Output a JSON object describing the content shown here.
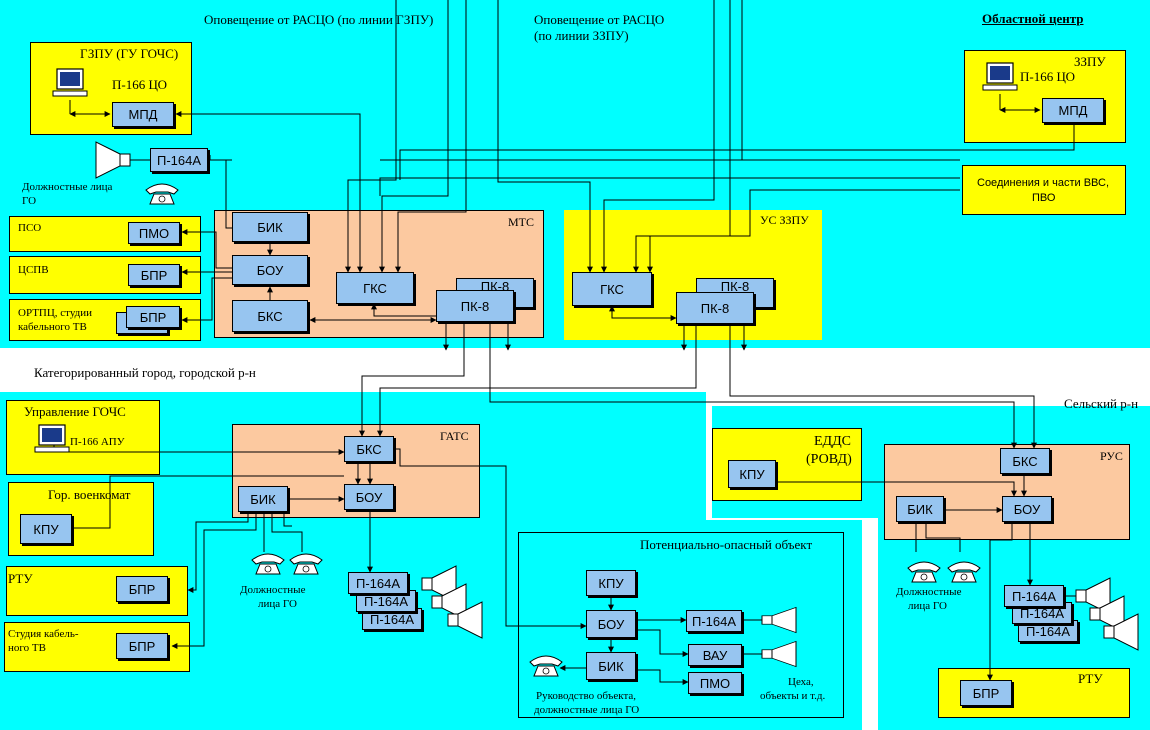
{
  "header": {
    "notify_gzpu": "Оповещение от РАСЦО (по линии ГЗПУ)",
    "notify_zzpu_1": "Оповещение от РАСЦО",
    "notify_zzpu_2": "(по линии ЗЗПУ)",
    "regional_center": "Областной центр"
  },
  "gzpu": {
    "title": "ГЗПУ (ГУ ГОЧС)",
    "terminal": "П-166 ЦО",
    "mpd": "МПД"
  },
  "zzpu": {
    "title": "ЗЗПУ",
    "terminal": "П-166 ЦО",
    "mpd": "МПД"
  },
  "top_left": {
    "p164a": "П-164А",
    "officials_1": "Должностные    лица",
    "officials_2": "ГО",
    "pso": "ПСО",
    "pmo": "ПМО",
    "cspv": "ЦСПВ",
    "bpr1": "БПР",
    "ortpc_1": "ОРТПЦ, студии",
    "ortpc_2": "кабельного  ТВ",
    "bpr2": "БПР"
  },
  "mts": {
    "title": "МТС",
    "bik": "БИК",
    "bou": "БОУ",
    "bks": "БКС",
    "gks": "ГКС",
    "pk8_back": "ПК-8",
    "pk8": "ПК-8"
  },
  "us_zzpu": {
    "title": "УС ЗЗПУ",
    "gks": "ГКС",
    "pk8_back": "ПК-8",
    "pk8": "ПК-8"
  },
  "vvs": {
    "line1": "Соединения и части ВВС,",
    "line2": "ПВО"
  },
  "city_caption": "Категорированный город, городской р-н",
  "rural_caption": "Сельский р-н",
  "gochs": {
    "title": "Управление ГОЧС",
    "terminal": "П-166 АПУ"
  },
  "voenkomat": {
    "title": "Гор. военкомат",
    "kpu": "КПУ"
  },
  "rtu_city": {
    "title": "РТУ",
    "bpr": "БПР"
  },
  "studio": {
    "line1": "Студия кабель-",
    "line2": "ного ТВ",
    "bpr": "БПР"
  },
  "gats": {
    "title": "ГАТС",
    "bks": "БКС",
    "bik": "БИК",
    "bou": "БОУ",
    "officials_1": "Должностные",
    "officials_2": "лица ГО",
    "p164a_back2": "П-164А",
    "p164a_back1": "П-164А",
    "p164a": "П-164А"
  },
  "edds": {
    "line1": "ЕДДС",
    "line2": "(РОВД)",
    "kpu": "КПУ"
  },
  "hazard": {
    "title": "Потенциально-опасный объект",
    "kpu": "КПУ",
    "bou": "БОУ",
    "bik": "БИК",
    "p164a": "П-164А",
    "vau": "ВАУ",
    "pmo": "ПМО",
    "mgmt_1": "Руководство объекта,",
    "mgmt_2": "должностные лица ГО",
    "shops_1": "Цеха,",
    "shops_2": "объекты и т.д."
  },
  "rus": {
    "title": "РУС",
    "bks": "БКС",
    "bik": "БИК",
    "bou": "БОУ",
    "officials_1": "Должностные",
    "officials_2": "лица  ГО",
    "p164a_back2": "П-164А",
    "p164a_back1": "П-164А",
    "p164a": "П-164А"
  },
  "rtu_rural": {
    "title": "РТУ",
    "bpr": "БПР"
  },
  "colors": {
    "region_fill": "#00ffff",
    "unit_fill": "#ffff00",
    "station_fill": "#fcc9a0",
    "device_fill": "#97c5f0"
  }
}
